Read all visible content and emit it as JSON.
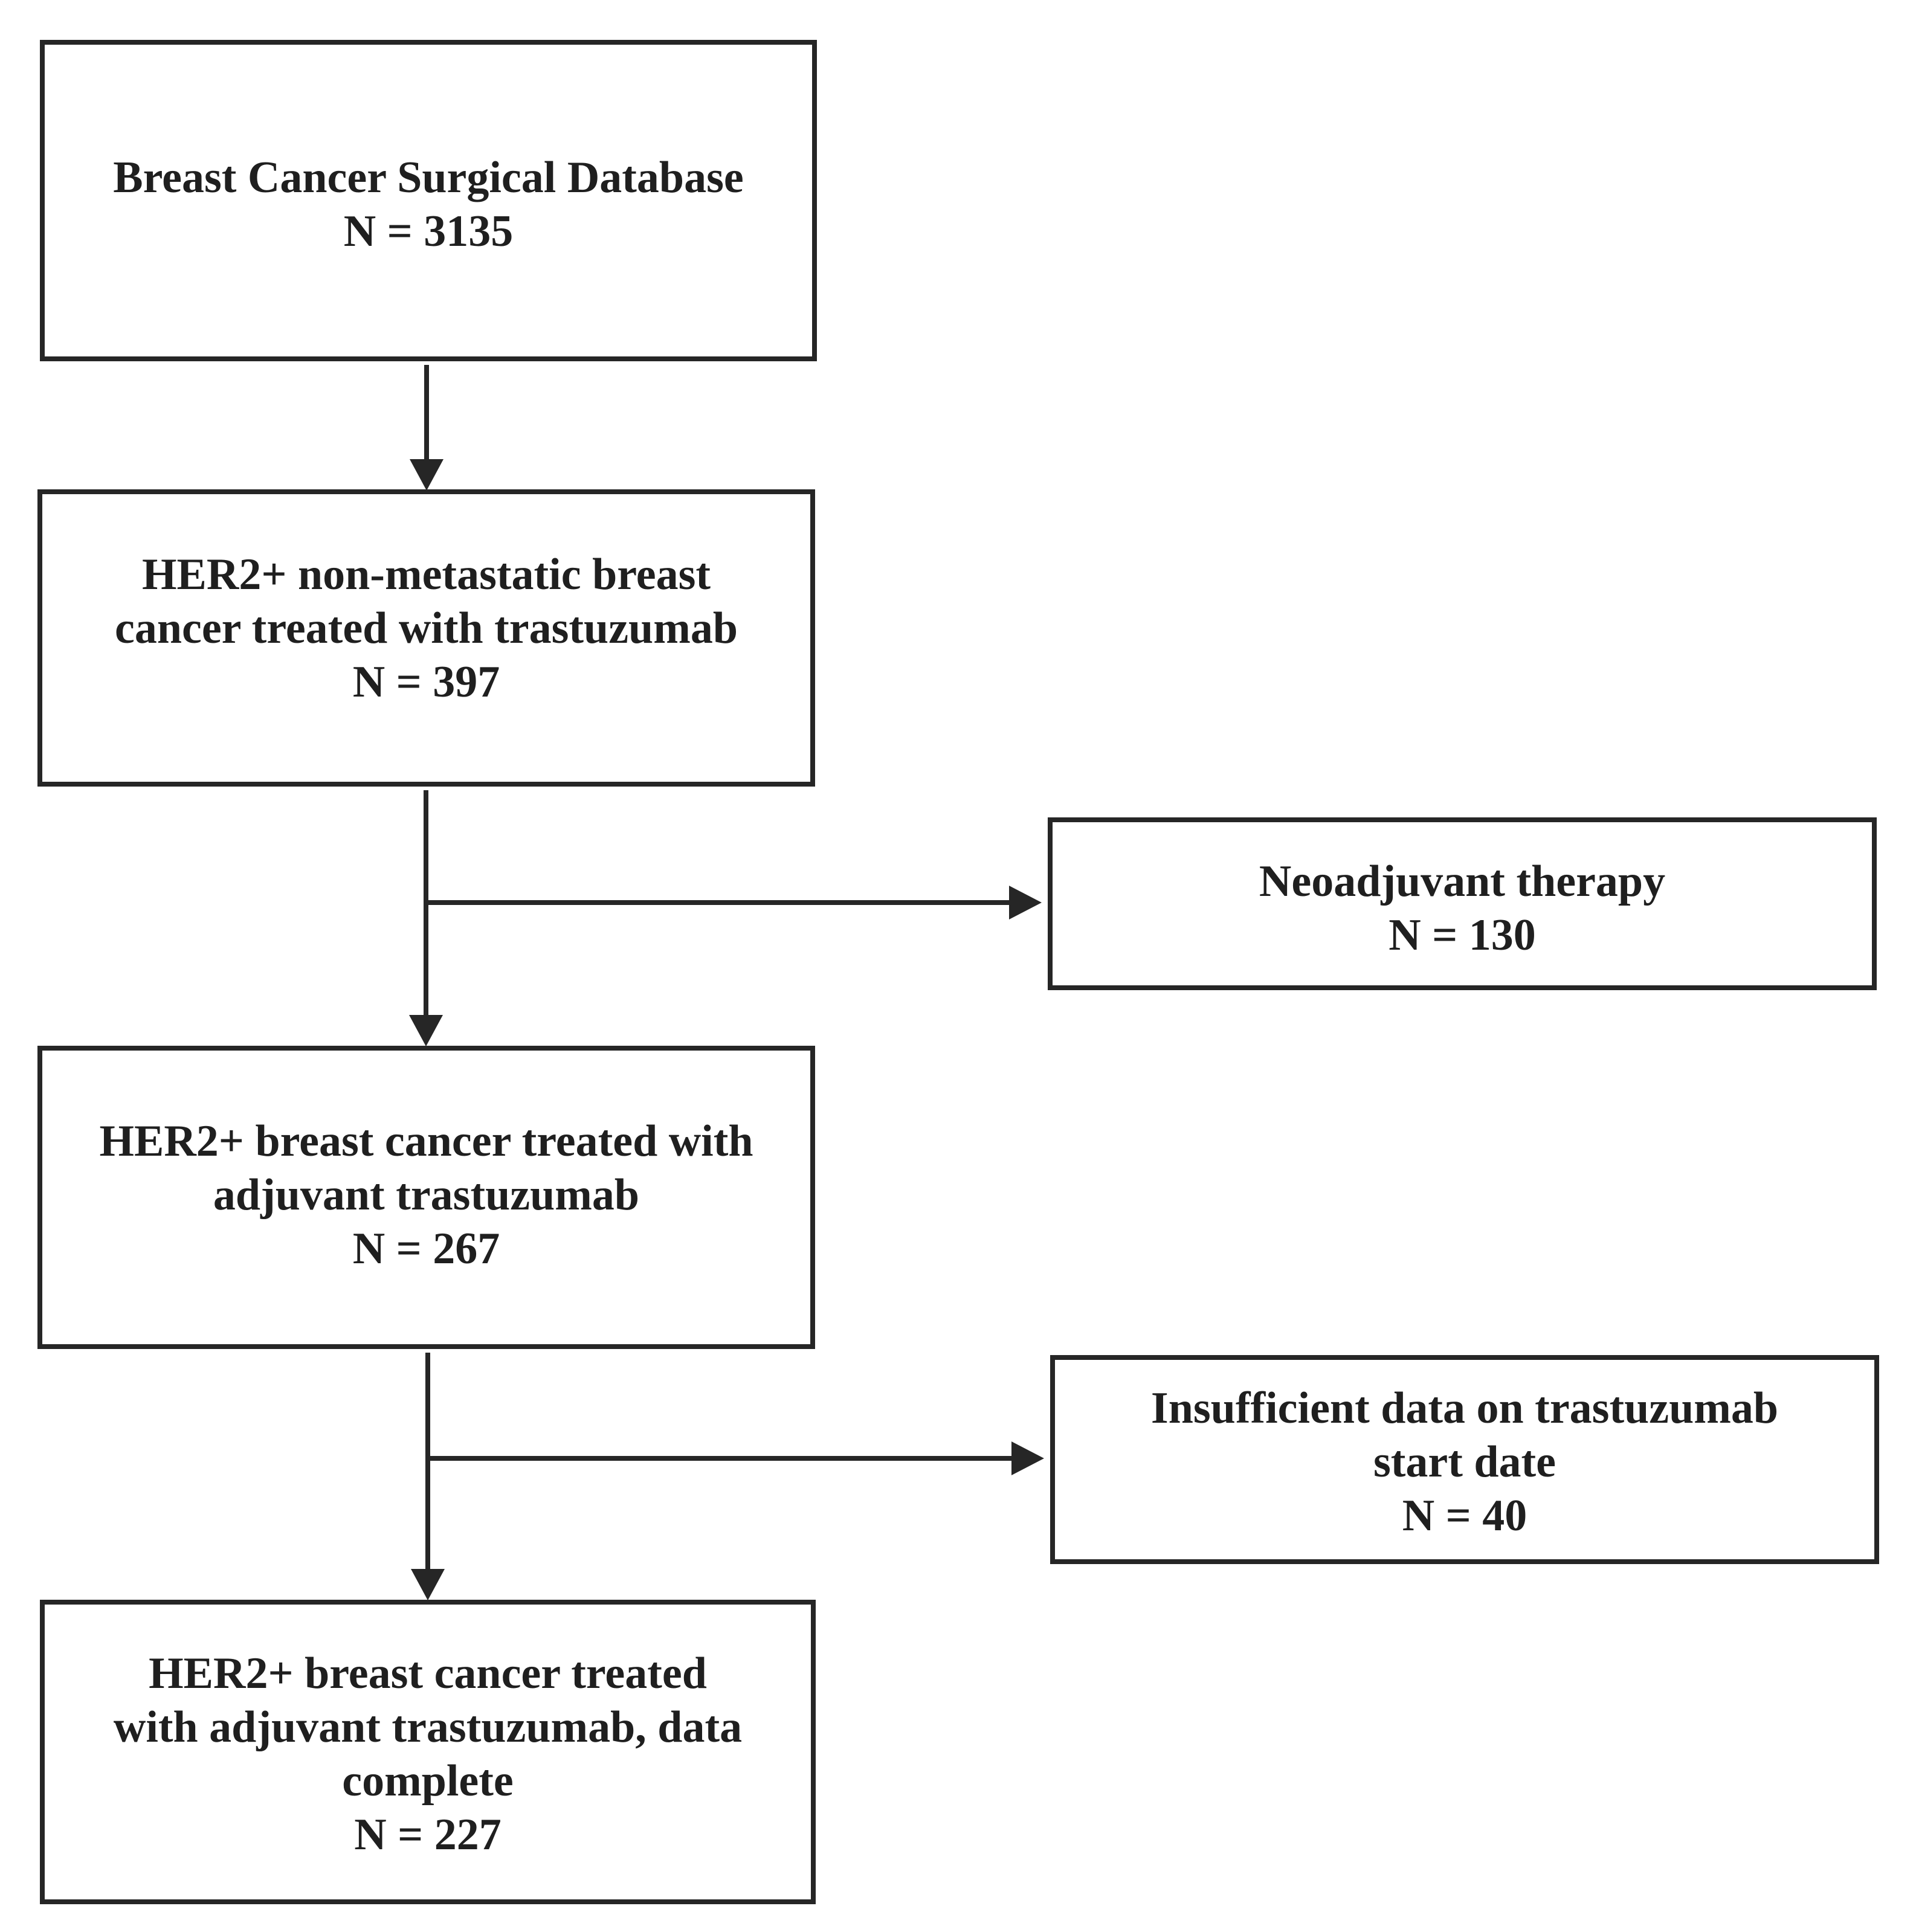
{
  "boxes": {
    "database": {
      "lines": [
        "Breast Cancer Surgical Database"
      ],
      "count": "N = 3135"
    },
    "her2_trastuzumab": {
      "lines": [
        "HER2+ non-metastatic breast",
        "cancer treated with trastuzumab"
      ],
      "count": "N = 397"
    },
    "neoadjuvant": {
      "lines": [
        "Neoadjuvant therapy"
      ],
      "count": "N = 130"
    },
    "adjuvant": {
      "lines": [
        "HER2+ breast cancer treated with",
        "adjuvant trastuzumab"
      ],
      "count": "N = 267"
    },
    "insufficient_data": {
      "lines": [
        "Insufficient data on trastuzumab",
        "start date"
      ],
      "count": "N = 40"
    },
    "final_cohort": {
      "lines": [
        "HER2+ breast cancer treated",
        "with adjuvant trastuzumab, data",
        "complete"
      ],
      "count": "N = 227"
    }
  },
  "colors": {
    "stroke": "#262626",
    "text": "#1f1f1f",
    "background": "#ffffff"
  }
}
